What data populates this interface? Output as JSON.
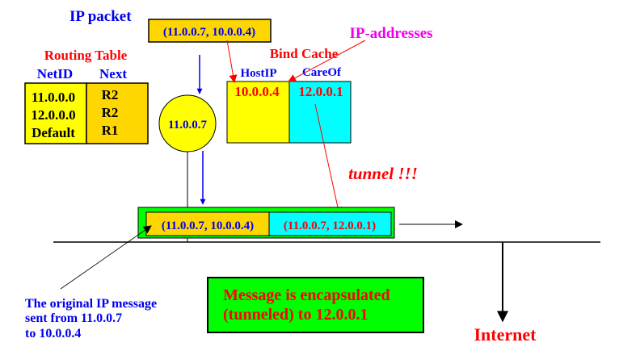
{
  "colors": {
    "blue": "#0000ee",
    "red": "#ff0000",
    "magenta": "#ee00ee",
    "gold": "#ffd700",
    "yellow": "#ffff00",
    "cyan": "#00ffff",
    "green": "#00ff00",
    "black": "#000000"
  },
  "ip_packet": {
    "label": "IP packet",
    "content": "(11.0.0.7, 10.0.0.4)"
  },
  "routing_table": {
    "title": "Routing Table",
    "headers": [
      "NetID",
      "Next"
    ],
    "rows": [
      {
        "netid": "11.0.0.0",
        "next": "R2"
      },
      {
        "netid": "12.0.0.0",
        "next": "R2"
      },
      {
        "netid": "Default",
        "next": "R1"
      }
    ]
  },
  "host_node": {
    "label": "11.0.0.7"
  },
  "bind_cache": {
    "title": "Bind Cache",
    "headers": [
      "HostIP",
      "CareOf"
    ],
    "host_ip": "10.0.0.4",
    "care_of": "12.0.0.1"
  },
  "annotations": {
    "ip_addresses": "IP-addresses",
    "tunnel": "tunnel !!!",
    "original_message": [
      "The original IP message",
      "sent from 11.0.0.7",
      "to 10.0.0.4"
    ],
    "internet": "Internet"
  },
  "encapsulated_packet": {
    "inner": "(11.0.0.7, 10.0.0.4)",
    "outer": "(11.0.0.7, 12.0.0.1)"
  },
  "message_box": {
    "lines": [
      "Message is encapsulated",
      "(tunneled) to 12.0.0.1"
    ]
  }
}
